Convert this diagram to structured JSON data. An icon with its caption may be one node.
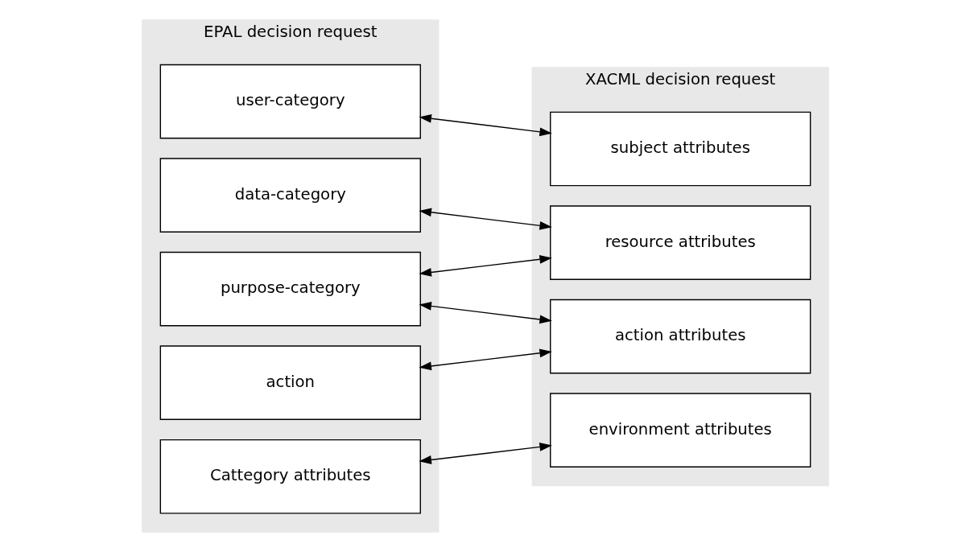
{
  "diagram": {
    "nodes": [
      {
        "text": [
          "EPAL decision request"
        ]
      },
      {
        "text": [
          "user-category"
        ],
        "in": 0
      },
      {
        "text": [
          "data-category"
        ],
        "in": 0
      },
      {
        "text": [
          "action"
        ],
        "in": 0
      },
      {
        "text": [
          "purpose-category"
        ],
        "in": 0
      },
      {
        "text": [
          "Cattegory attributes"
        ],
        "in": 0
      },
      {
        "text": [
          "XACML decision request"
        ]
      },
      {
        "text": [
          "subject attributes"
        ],
        "in": 6
      },
      {
        "text": [
          "resource attributes"
        ],
        "in": 6
      },
      {
        "text": [
          "action attributes"
        ],
        "in": 6
      },
      {
        "text": [
          "environment attributes"
        ],
        "in": 6
      }
    ],
    "edges": [
      {
        "from": 1,
        "to": 7,
        "arrow": "both"
      },
      {
        "from": 2,
        "to": 8,
        "arrow": "both"
      },
      {
        "from": 3,
        "to": 9,
        "arrow": "both"
      },
      {
        "from": 4,
        "to": 8,
        "arrow": "both"
      },
      {
        "from": 4,
        "to": 9,
        "arrow": "both"
      },
      {
        "from": 5,
        "to": 10,
        "arrow": "both"
      }
    ]
  }
}
